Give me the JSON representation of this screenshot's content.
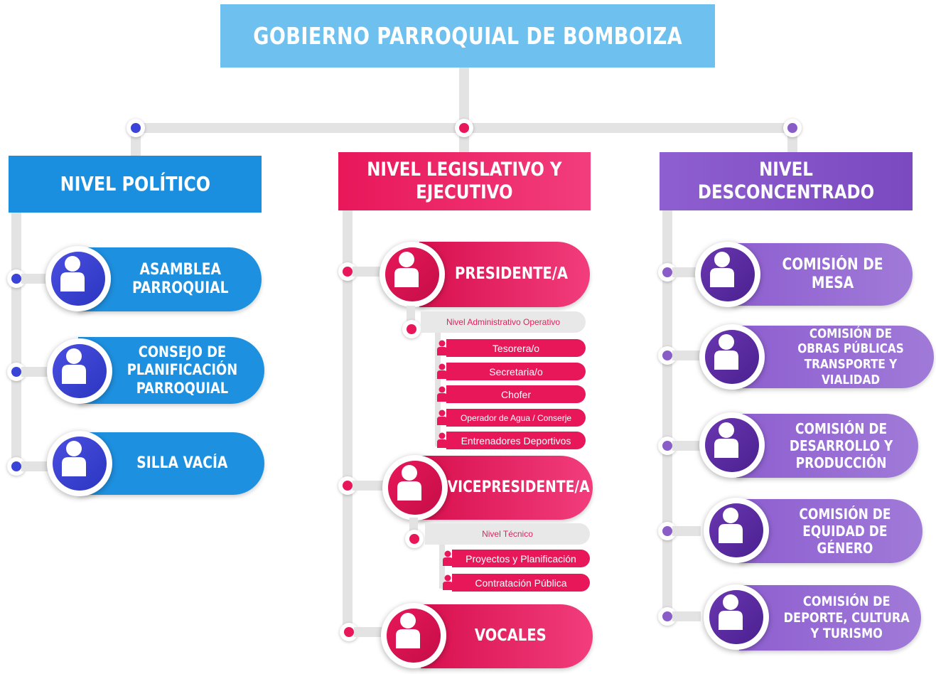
{
  "title": "GOBIERNO PARROQUIAL DE BOMBOIZA",
  "colors": {
    "title_bg": "#6ec0ee",
    "politico": "#1a8fdf",
    "politico_pill": "#1e90e0",
    "politico_avatar": "#3a44d6",
    "legislativo": "#e8175a",
    "desconcentrado": "#8a5cc8",
    "desconcentrado_avatar": "#5a2a9c"
  },
  "columns": {
    "politico": {
      "header": "NIVEL POLÍTICO",
      "items": [
        {
          "label": "ASAMBLEA\nPARROQUIAL",
          "icon": "person-icon"
        },
        {
          "label": "CONSEJO DE\nPLANIFICACIÓN\nPARROQUIAL",
          "icon": "person-icon"
        },
        {
          "label": "SILLA VACÍA",
          "icon": "person-icon"
        }
      ]
    },
    "legislativo": {
      "header": "NIVEL LEGISLATIVO Y\nEJECUTIVO",
      "items": [
        {
          "label": "PRESIDENTE/A",
          "icon": "person-icon"
        },
        {
          "label": "VICEPRESIDENTE/A",
          "icon": "person-icon"
        },
        {
          "label": "VOCALES",
          "icon": "person-icon"
        }
      ],
      "admin": {
        "header": "Nivel Administrativo Operativo",
        "items": [
          "Tesorera/o",
          "Secretaria/o",
          "Chofer",
          "Operador de Agua / Conserje",
          "Entrenadores Deportivos"
        ]
      },
      "tecnico": {
        "header": "Nivel Técnico",
        "items": [
          "Proyectos y Planificación",
          "Contratación Pública"
        ]
      }
    },
    "desconcentrado": {
      "header": "NIVEL DESCONCENTRADO",
      "items": [
        {
          "label": "COMISIÓN DE\nMESA",
          "icon": "person-icon"
        },
        {
          "label": "COMISIÓN DE\nOBRAS PÚBLICAS\nTRANSPORTE Y VIALIDAD",
          "icon": "person-icon"
        },
        {
          "label": "COMISIÓN DE\nDESARROLLO Y\nPRODUCCIÓN",
          "icon": "person-icon"
        },
        {
          "label": "COMISIÓN DE\nEQUIDAD DE\nGÉNERO",
          "icon": "person-icon"
        },
        {
          "label": "COMISIÓN DE\nDEPORTE, CULTURA\nY TURISMO",
          "icon": "person-icon"
        }
      ]
    }
  }
}
